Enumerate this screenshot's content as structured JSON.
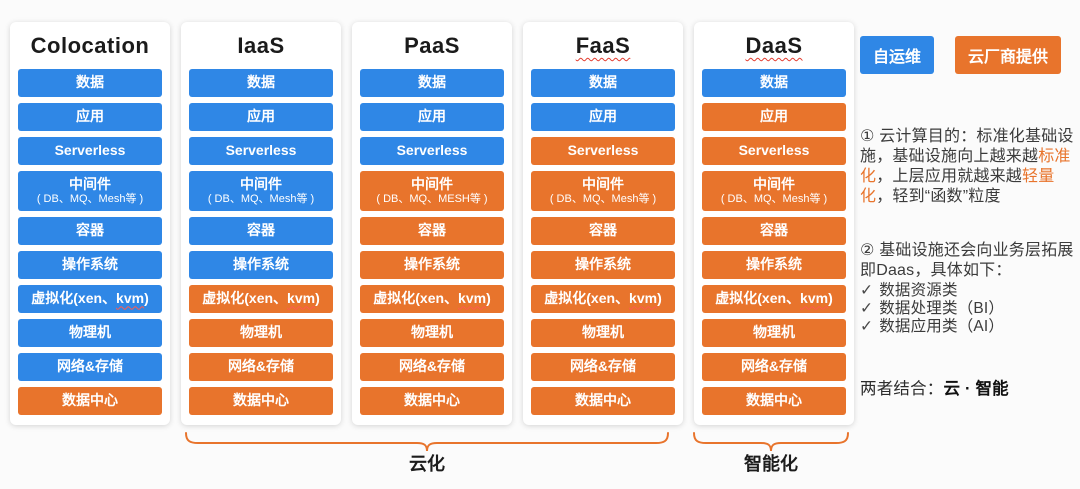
{
  "colors": {
    "blue": "#2f87e6",
    "orange": "#e8742c",
    "accent": "#e8742c",
    "wavy_red": "#e23b2e"
  },
  "legend": {
    "self_ops": "自运维",
    "vendor": "云厂商提供"
  },
  "columns": [
    {
      "id": "colocation",
      "title": "Colocation",
      "title_wavy": false,
      "layers": [
        {
          "key": "data",
          "label": "数据",
          "color": "blue"
        },
        {
          "key": "app",
          "label": "应用",
          "color": "blue"
        },
        {
          "key": "serverless",
          "label": "Serverless",
          "color": "blue"
        },
        {
          "key": "middleware",
          "label": "中间件",
          "sub": "( DB、MQ、Mesh等 )",
          "color": "blue"
        },
        {
          "key": "container",
          "label": "容器",
          "color": "blue"
        },
        {
          "key": "os",
          "label": "操作系统",
          "color": "blue"
        },
        {
          "key": "virtualization",
          "pre": "虚拟化(xen、",
          "wavy": "kvm",
          "post": ")",
          "color": "blue"
        },
        {
          "key": "physical-machine",
          "label": "物理机",
          "color": "blue"
        },
        {
          "key": "network-storage",
          "label": "网络&存储",
          "color": "blue"
        },
        {
          "key": "datacenter",
          "label": "数据中心",
          "color": "orange"
        }
      ]
    },
    {
      "id": "iaas",
      "title": "IaaS",
      "title_wavy": false,
      "layers": [
        {
          "key": "data",
          "label": "数据",
          "color": "blue"
        },
        {
          "key": "app",
          "label": "应用",
          "color": "blue"
        },
        {
          "key": "serverless",
          "label": "Serverless",
          "color": "blue"
        },
        {
          "key": "middleware",
          "label": "中间件",
          "sub": "( DB、MQ、Mesh等 )",
          "color": "blue"
        },
        {
          "key": "container",
          "label": "容器",
          "color": "blue"
        },
        {
          "key": "os",
          "label": "操作系统",
          "color": "blue"
        },
        {
          "key": "virtualization",
          "pre": "虚拟化(xen、",
          "wavy": "kvm",
          "post": ")",
          "color": "orange"
        },
        {
          "key": "physical-machine",
          "label": "物理机",
          "color": "orange"
        },
        {
          "key": "network-storage",
          "label": "网络&存储",
          "color": "orange"
        },
        {
          "key": "datacenter",
          "label": "数据中心",
          "color": "orange"
        }
      ]
    },
    {
      "id": "paas",
      "title": "PaaS",
      "title_wavy": false,
      "layers": [
        {
          "key": "data",
          "label": "数据",
          "color": "blue"
        },
        {
          "key": "app",
          "label": "应用",
          "color": "blue"
        },
        {
          "key": "serverless",
          "label": "Serverless",
          "color": "blue"
        },
        {
          "key": "middleware",
          "label": "中间件",
          "sub": "( DB、MQ、MESH等 )",
          "color": "orange"
        },
        {
          "key": "container",
          "label": "容器",
          "color": "orange"
        },
        {
          "key": "os",
          "label": "操作系统",
          "color": "orange"
        },
        {
          "key": "virtualization",
          "pre": "虚拟化(xen、",
          "wavy": "kvm",
          "post": ")",
          "color": "orange"
        },
        {
          "key": "physical-machine",
          "label": "物理机",
          "color": "orange"
        },
        {
          "key": "network-storage",
          "label": "网络&存储",
          "color": "orange"
        },
        {
          "key": "datacenter",
          "label": "数据中心",
          "color": "orange"
        }
      ]
    },
    {
      "id": "faas",
      "title": "FaaS",
      "title_wavy": true,
      "layers": [
        {
          "key": "data",
          "label": "数据",
          "color": "blue"
        },
        {
          "key": "app",
          "label": "应用",
          "color": "blue"
        },
        {
          "key": "serverless",
          "label": "Serverless",
          "color": "orange"
        },
        {
          "key": "middleware",
          "label": "中间件",
          "sub": "( DB、MQ、Mesh等 )",
          "color": "orange"
        },
        {
          "key": "container",
          "label": "容器",
          "color": "orange"
        },
        {
          "key": "os",
          "label": "操作系统",
          "color": "orange"
        },
        {
          "key": "virtualization",
          "pre": "虚拟化(xen、",
          "wavy": "kvm",
          "post": ")",
          "color": "orange"
        },
        {
          "key": "physical-machine",
          "label": "物理机",
          "color": "orange"
        },
        {
          "key": "network-storage",
          "label": "网络&存储",
          "color": "orange"
        },
        {
          "key": "datacenter",
          "label": "数据中心",
          "color": "orange"
        }
      ]
    },
    {
      "id": "daas",
      "title": "DaaS",
      "title_wavy": true,
      "layers": [
        {
          "key": "data",
          "label": "数据",
          "color": "blue"
        },
        {
          "key": "app",
          "label": "应用",
          "color": "orange"
        },
        {
          "key": "serverless",
          "label": "Serverless",
          "color": "orange"
        },
        {
          "key": "middleware",
          "label": "中间件",
          "sub": "( DB、MQ、Mesh等 )",
          "color": "orange"
        },
        {
          "key": "container",
          "label": "容器",
          "color": "orange"
        },
        {
          "key": "os",
          "label": "操作系统",
          "color": "orange"
        },
        {
          "key": "virtualization",
          "pre": "虚拟化(xen、",
          "wavy": "kvm",
          "post": ")",
          "color": "orange"
        },
        {
          "key": "physical-machine",
          "label": "物理机",
          "color": "orange"
        },
        {
          "key": "network-storage",
          "label": "网络&存储",
          "color": "orange"
        },
        {
          "key": "datacenter",
          "label": "数据中心",
          "color": "orange"
        }
      ]
    }
  ],
  "braces": {
    "cloudization": "云化",
    "intelligence": "智能化"
  },
  "notes": {
    "note1": {
      "p1": "① 云计算目的：标准化基础设施，基础设施向上越来越",
      "a1": "标准化",
      "p2": "，上层应用就越来越",
      "a2": "轻量化",
      "p3": "，轻到“函数”粒度"
    },
    "note2": {
      "intro": "② 基础设施还会向业务层拓展即Daas，具体如下：",
      "check": "✓",
      "items": [
        "数据资源类",
        "数据处理类（BI）",
        "数据应用类（AI）"
      ]
    },
    "note3": {
      "prefix": "两者结合：",
      "bold": "云 · 智能"
    }
  }
}
